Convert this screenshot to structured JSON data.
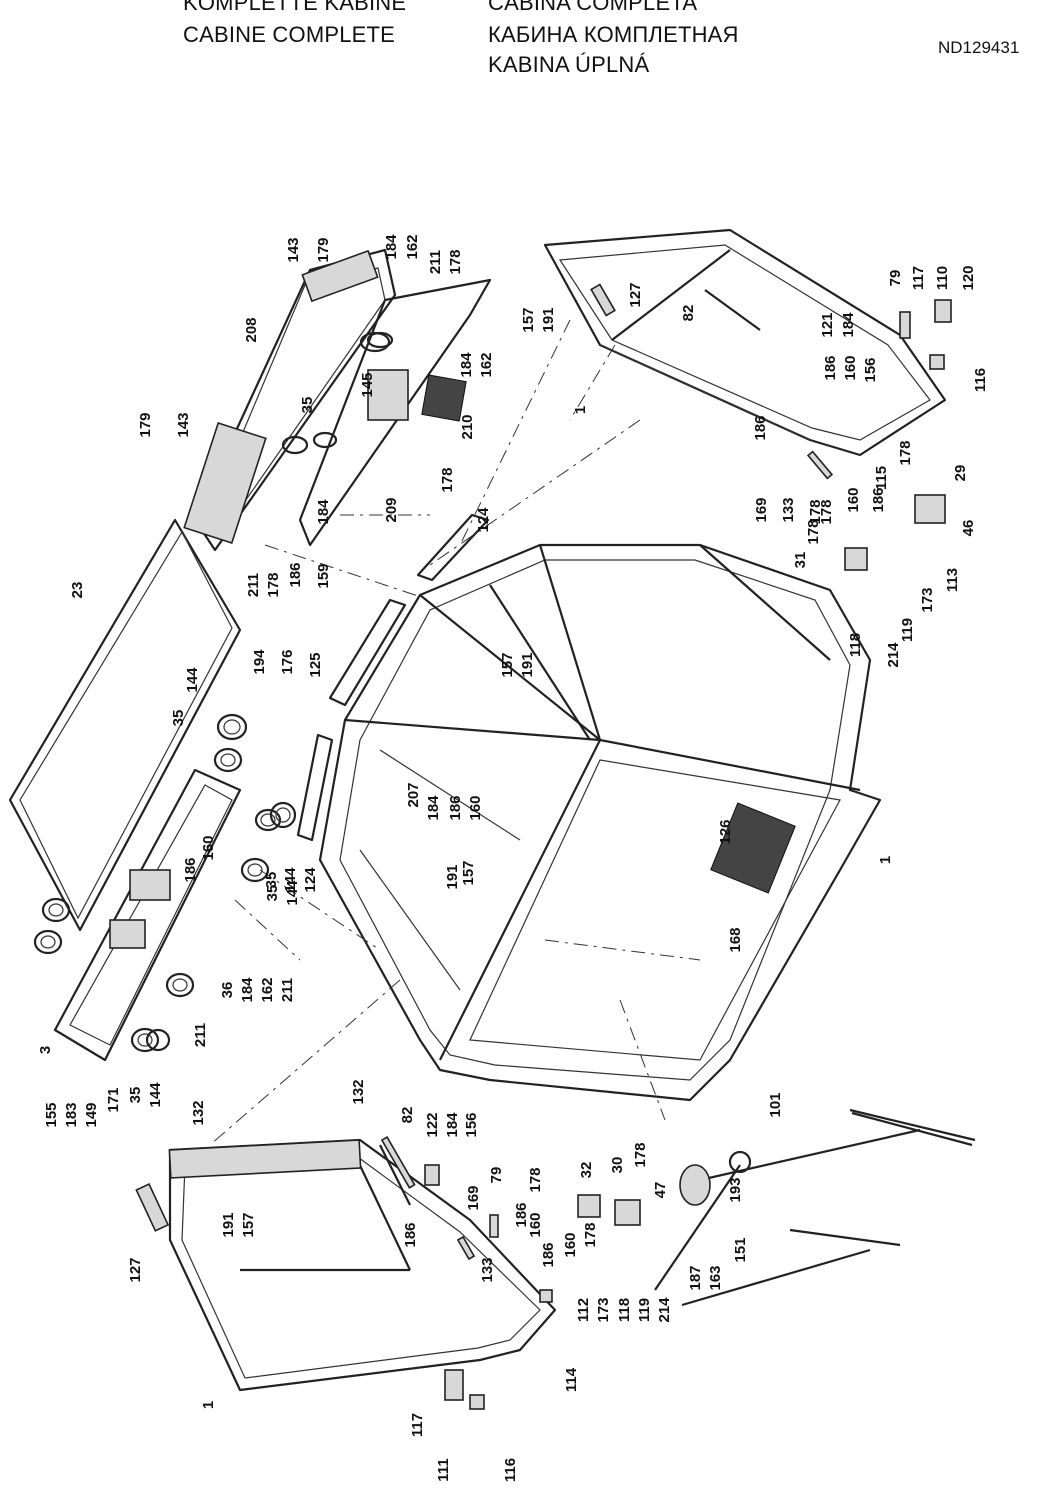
{
  "header": {
    "titles": [
      "KOMPLETTE KABINE",
      "CABINE COMPLETE",
      "CABINA COMPLETA",
      "КАБИНА КОМПЛЕТНАЯ",
      "KABINA ÚPLNÁ"
    ],
    "document_number": "ND129431"
  },
  "callouts": [
    "143",
    "179",
    "184",
    "162",
    "211",
    "178",
    "208",
    "35",
    "145",
    "184",
    "162",
    "179",
    "143",
    "210",
    "178",
    "209",
    "184",
    "186",
    "159",
    "211",
    "178",
    "23",
    "194",
    "176",
    "144",
    "35",
    "124",
    "125",
    "144",
    "35",
    "160",
    "186",
    "36",
    "184",
    "162",
    "211",
    "35",
    "144",
    "124",
    "211",
    "3",
    "155",
    "183",
    "149",
    "171",
    "35",
    "144",
    "127",
    "191",
    "82",
    "157",
    "121",
    "184",
    "186",
    "160",
    "156",
    "1",
    "79",
    "117",
    "110",
    "120",
    "116",
    "186",
    "169",
    "133",
    "178",
    "160",
    "186",
    "115",
    "178",
    "29",
    "31",
    "178",
    "46",
    "113",
    "173",
    "119",
    "214",
    "118",
    "178",
    "157",
    "191",
    "207",
    "184",
    "186",
    "160",
    "191",
    "157",
    "126",
    "168",
    "1",
    "101",
    "193",
    "151",
    "187",
    "163",
    "132",
    "132",
    "82",
    "122",
    "184",
    "156",
    "169",
    "186",
    "191",
    "157",
    "127",
    "1",
    "133",
    "79",
    "186",
    "178",
    "32",
    "178",
    "30",
    "178",
    "47",
    "160",
    "186",
    "160",
    "112",
    "173",
    "118",
    "119",
    "214",
    "114",
    "117",
    "111",
    "116"
  ]
}
